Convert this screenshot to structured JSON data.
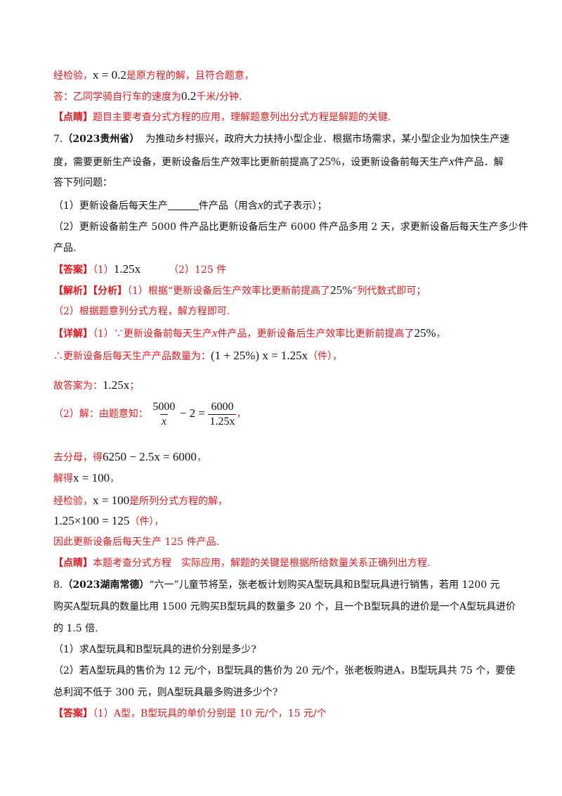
{
  "lines": {
    "l1_a": "经检验，",
    "l1_math": "x = 0.2",
    "l1_b": "是原方程的解，且符合题意，",
    "l2_a": "答：乙同学骑自行车的速度为",
    "l2_math": "0.2",
    "l2_b": "千米/分钟.",
    "l3_tag": "【点睛】",
    "l3_text": "题目主要考查分式方程的应用，理解题意列出分式方程是解题的关键.",
    "q7_num": "7.",
    "q7_src": "（2023贵州省）",
    "q7_l1": "为推动乡村振兴，政府大力扶持小型企业．根据市场需求，某小型企业为加快生产速",
    "q7_l2a": "度，需要更新生产设备，更新设备后生产效率比更新前提高了",
    "q7_l2_math": "25%",
    "q7_l2b": "，设更新设备前每天生产",
    "q7_l2_var": "x",
    "q7_l2c": "件产品．解",
    "q7_l3": "答下列问题：",
    "q7_p1a": "（1）更新设备后每天生产",
    "q7_p1b": "件产品（用含",
    "q7_p1_var": "x",
    "q7_p1c": "的式子表示）；",
    "q7_p2a": "（2）更新设备前生产 5000 件产品比更新设备后生产 6000 件产品多用 2 天，求更新设备后每天生产多少件",
    "q7_p2b": "产品.",
    "ans_tag": "【答案】",
    "ans_1": "（1）",
    "ans_1_math": "1.25x",
    "ans_2": "（2）125 件",
    "ana_tag": "【解析】【分析】",
    "ana_1a": "（1）根据“更新设备后生产效率比更新前提高了",
    "ana_1_math": "25%",
    "ana_1b": "”列代数式即可；",
    "ana_2": "（2）根据题意列分式方程，解方程即可.",
    "det_tag": "【详解】",
    "det_1a": "（1）∵更新设备前每天生产",
    "det_1_var": "x",
    "det_1b": "件产品，更新设备后生产效率比更新前提高了",
    "det_1_math": "25%",
    "det_1c": "，",
    "det_2a": "∴更新设备后每天生产产品数量为：",
    "det_2_math": "(1 + 25%) x = 1.25x",
    "det_2b": "（件），",
    "det_3a": "故答案为：",
    "det_3_math": "1.25x",
    "det_3b": "；",
    "det_4a": "（2）解：由题意知：",
    "det_4_num1": "5000",
    "det_4_den1": "x",
    "det_4_mid": "− 2 =",
    "det_4_num2": "6000",
    "det_4_den2": "1.25x",
    "det_4b": "，",
    "det_5a": "去分母，得",
    "det_5_math": "6250 − 2.5x = 6000",
    "det_5b": "，",
    "det_6a": "解得",
    "det_6_math": "x = 100",
    "det_6b": "，",
    "det_7a": "经检验，",
    "det_7_math": "x = 100",
    "det_7b": "是所列分式方程的解，",
    "det_8_math": "1.25×100 = 125",
    "det_8b": "（件），",
    "det_9": "因此更新设备后每天生产 125 件产品.",
    "pt_tag": "【点睛】",
    "pt_text": "本题考查分式方程　实际应用，解题的关键是根据所给数量关系正确列出方程.",
    "q8_num": "8.",
    "q8_src": "（2023湖南常德）",
    "q8_l1": "“六一”儿童节将至，张老板计划购买A型玩具和B型玩具进行销售，若用 1200 元",
    "q8_l2": "购买A型玩具的数量比用 1500 元购买B型玩具的数量多 20 个，且一个B型玩具的进价是一个A型玩具进价",
    "q8_l3": "的 1.5 倍.",
    "q8_p1": "（1）求A型玩具和B型玩具的进价分别是多少?",
    "q8_p2a": "（2）若A型玩具的售价为 12 元/个，B型玩具的售价为 20 元/个，张老板购进A，B型玩具共 75 个，要使",
    "q8_p2b": "总利润不低于 300 元，则A型玩具最多购进多少个?",
    "q8_ans_tag": "【答案】",
    "q8_ans": "（1）A型，B型玩具的单价分别是 10 元/个，15 元/个"
  }
}
